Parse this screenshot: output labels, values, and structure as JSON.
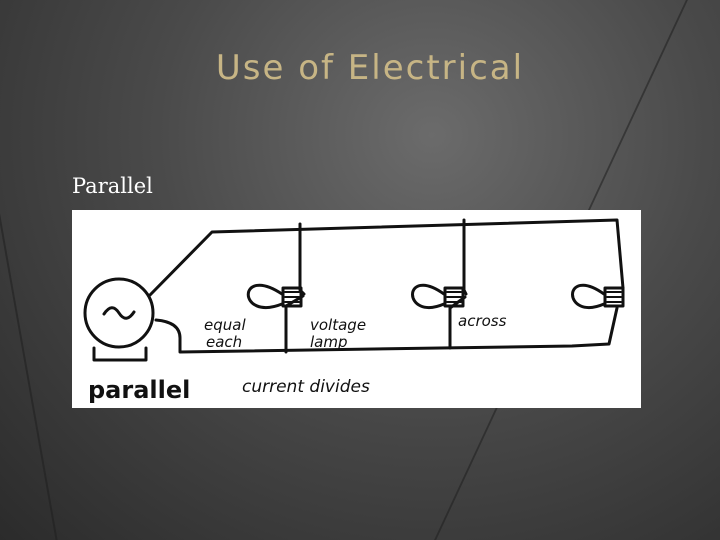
{
  "slide": {
    "title": "Use of Electrical",
    "subtitle": "Parallel"
  },
  "diagram": {
    "labels": {
      "equal": "equal",
      "each": "each",
      "voltage": "voltage",
      "lamp": "lamp",
      "across": "across",
      "parallel": "parallel",
      "current_divides": "current divides"
    }
  },
  "colors": {
    "title": "#c7b585",
    "subtitle": "#ffffff",
    "background_dark": "#2b2b2b"
  }
}
